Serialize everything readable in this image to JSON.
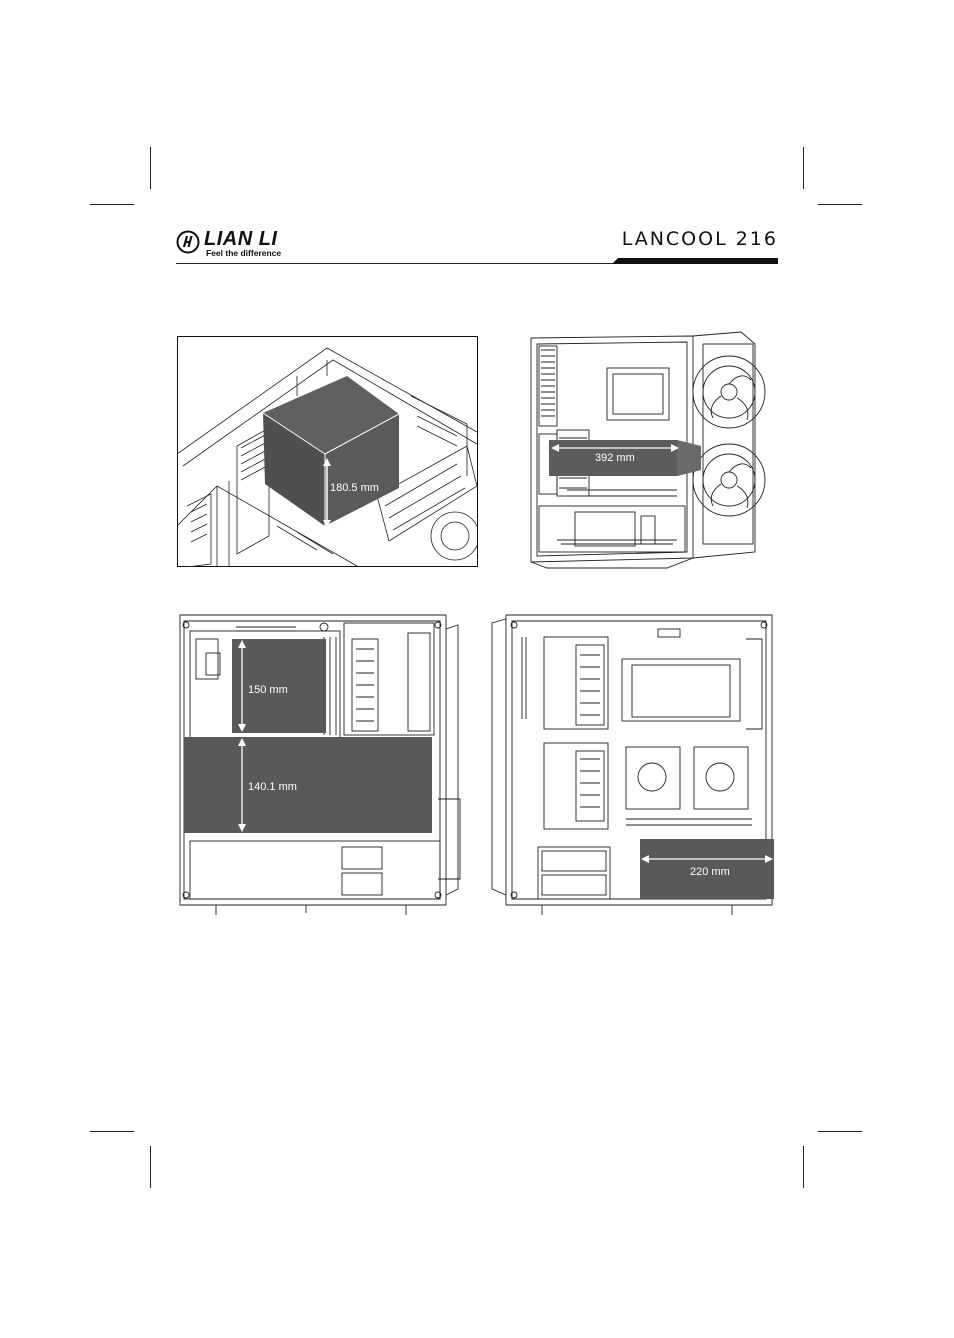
{
  "header": {
    "brand": "LIAN LI",
    "tagline": "Feel the difference",
    "product": "LANCOOL 216"
  },
  "figures": {
    "cooler_height": {
      "label": "180.5 mm"
    },
    "gpu_length": {
      "label": "392 mm"
    },
    "motherboard_cpu": {
      "label": "150 mm"
    },
    "gpu_zone": {
      "label": "140.1 mm"
    },
    "psu_length": {
      "label": "220 mm"
    }
  },
  "colors": {
    "ink": "#111111",
    "fill": "#555555",
    "white": "#ffffff"
  }
}
